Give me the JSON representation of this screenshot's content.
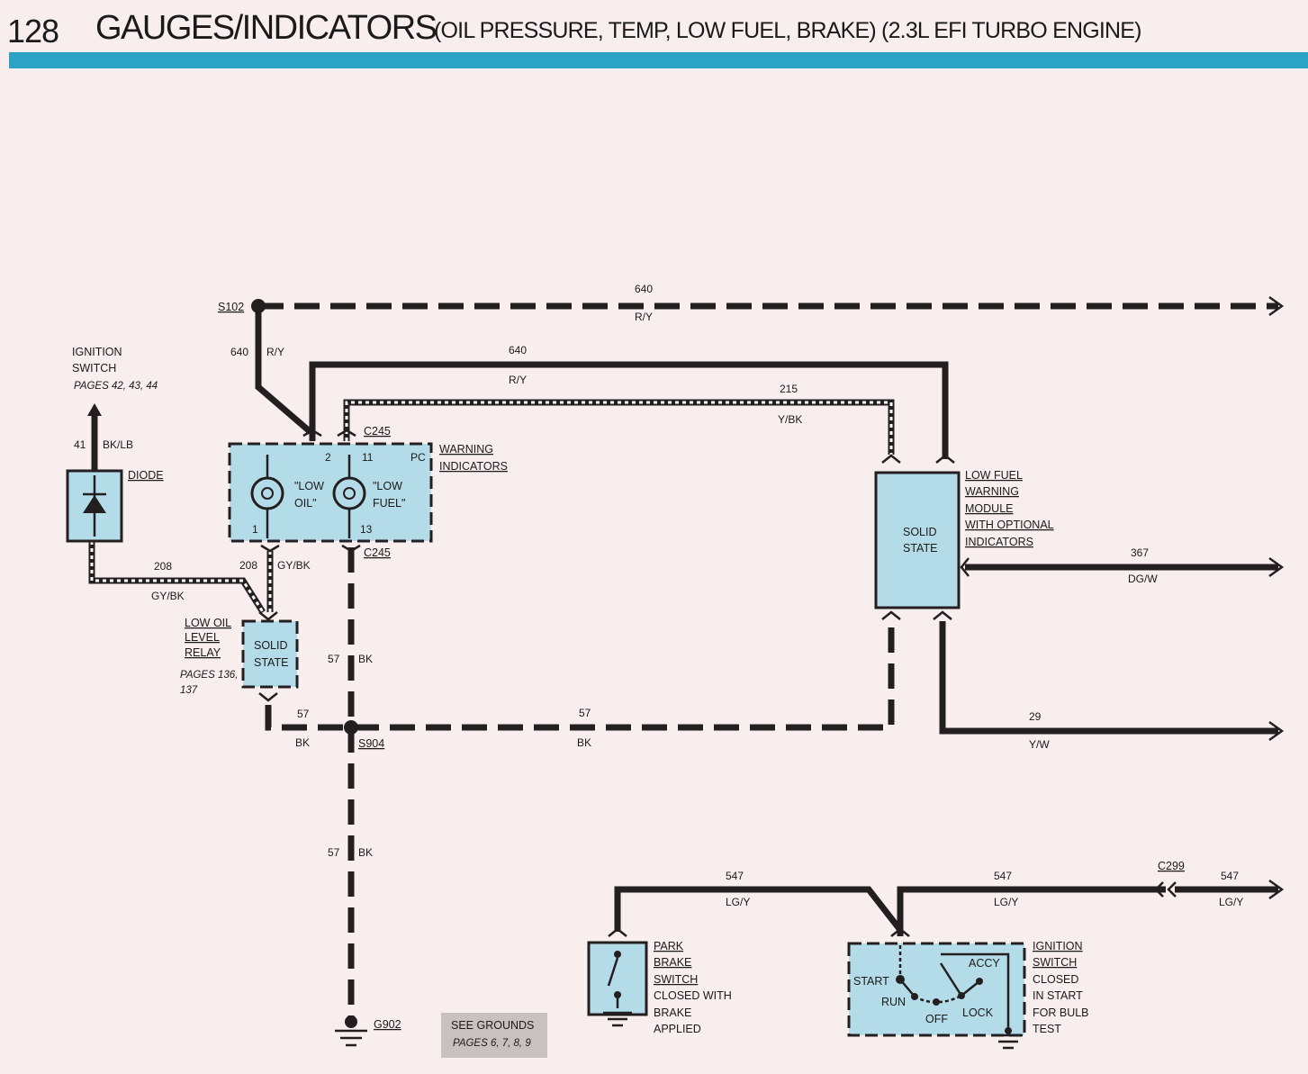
{
  "header": {
    "page_number": "128",
    "title": "GAUGES/INDICATORS",
    "subtitle": "(OIL PRESSURE, TEMP, LOW FUEL, BRAKE) (2.3L EFI TURBO ENGINE)",
    "accent_color": "#2aa3c5"
  },
  "splices": {
    "s102": "S102",
    "s904": "S904",
    "g902": "G902"
  },
  "connectors": {
    "c245_top": "C245",
    "c245_bottom": "C245",
    "c299": "C299",
    "pc": "PC"
  },
  "pins": {
    "p2": "2",
    "p11": "11",
    "p1": "1",
    "p13": "13"
  },
  "wires": {
    "w640_top_num": "640",
    "w640_top_color": "R/Y",
    "w640_left_num": "640",
    "w640_left_color": "R/Y",
    "w640_mid_num": "640",
    "w640_mid_color": "R/Y",
    "w215_num": "215",
    "w215_color": "Y/BK",
    "w41_num": "41",
    "w41_color": "BK/LB",
    "w208_left_num": "208",
    "w208_left_color": "GY/BK",
    "w208_mid_num": "208",
    "w208_mid_color": "GY/BK",
    "w57_relay_num": "57",
    "w57_relay_color": "BK",
    "w57_v1_num": "57",
    "w57_v1_color": "BK",
    "w57_h_num": "57",
    "w57_h_color": "BK",
    "w57_v2_num": "57",
    "w57_v2_color": "BK",
    "w367_num": "367",
    "w367_color": "DG/W",
    "w29_num": "29",
    "w29_color": "Y/W",
    "w547_l_num": "547",
    "w547_l_color": "LG/Y",
    "w547_m_num": "547",
    "w547_m_color": "LG/Y",
    "w547_r_num": "547",
    "w547_r_color": "LG/Y"
  },
  "components": {
    "ignition_switch_top": {
      "line1": "IGNITION",
      "line2": "SWITCH",
      "pages": "PAGES 42, 43, 44"
    },
    "diode": {
      "label": "DIODE"
    },
    "warning_indicators": {
      "line1": "WARNING",
      "line2": "INDICATORS",
      "low_oil_1": "\"LOW",
      "low_oil_2": "OIL\"",
      "low_fuel_1": "\"LOW",
      "low_fuel_2": "FUEL\""
    },
    "low_oil_relay": {
      "line1": "LOW OIL",
      "line2": "LEVEL",
      "line3": "RELAY",
      "pages1": "PAGES 136,",
      "pages2": "137",
      "state1": "SOLID",
      "state2": "STATE"
    },
    "low_fuel_module": {
      "line1": "LOW FUEL",
      "line2": "WARNING",
      "line3": "MODULE",
      "line4": "WITH OPTIONAL",
      "line5": "INDICATORS",
      "state1": "SOLID",
      "state2": "STATE"
    },
    "park_brake_switch": {
      "line1": "PARK",
      "line2": "BRAKE",
      "line3": "SWITCH",
      "line4": "CLOSED WITH",
      "line5": "BRAKE",
      "line6": "APPLIED"
    },
    "ignition_switch_bottom": {
      "line1": "IGNITION",
      "line2": "SWITCH",
      "line3": "CLOSED",
      "line4": "IN START",
      "line5": "FOR BULB",
      "line6": "TEST",
      "start": "START",
      "run": "RUN",
      "off": "OFF",
      "lock": "LOCK",
      "accy": "ACCY"
    },
    "see_grounds": {
      "line1": "SEE GROUNDS",
      "line2": "PAGES 6, 7, 8, 9"
    }
  },
  "colors": {
    "wire": "#231f20",
    "component_fill": "#b4dce8",
    "paper": "#f8eeee"
  }
}
